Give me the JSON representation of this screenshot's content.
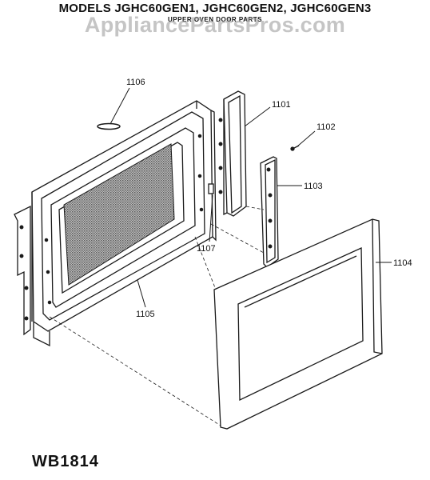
{
  "header": {
    "title": "MODELS JGHC60GEN1, JGHC60GEN2, JGHC60GEN3",
    "subtitle": "UPPER OVEN DOOR PARTS",
    "watermark": "AppliancePartsPros.com"
  },
  "callouts": [
    {
      "id": "label-1106",
      "text": "1106"
    },
    {
      "id": "label-1101",
      "text": "1101"
    },
    {
      "id": "label-1102",
      "text": "1102"
    },
    {
      "id": "label-1103",
      "text": "1103"
    },
    {
      "id": "label-1104",
      "text": "1104"
    },
    {
      "id": "label-1105",
      "text": "1105"
    },
    {
      "id": "label-1107",
      "text": "1107"
    }
  ],
  "footer": {
    "code": "WB1814"
  },
  "colors": {
    "line": "#1a1a1a",
    "mesh": "#6b6b6b",
    "watermark": "#969696"
  }
}
